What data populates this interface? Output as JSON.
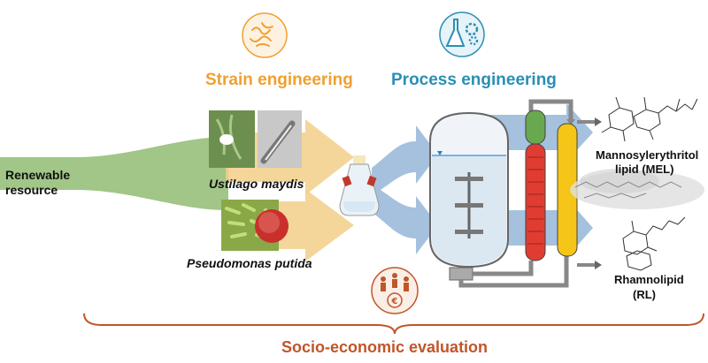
{
  "colors": {
    "strain": "#f0a030",
    "process": "#2a8fb5",
    "socio": "#c0552a",
    "resource_flow": "#8ab86a",
    "blue_flow": "#8fb2d6",
    "yellow_flow": "#f2cf8a"
  },
  "icons": {
    "strain": "microorganisms-icon",
    "process": "flask-gears-icon",
    "socio": "people-euro-icon"
  },
  "labels": {
    "strain_engineering": "Strain engineering",
    "process_engineering": "Process engineering",
    "renewable_line1": "Renewable",
    "renewable_line2": "resource",
    "ustilago": "Ustilago maydis",
    "pseudomonas": "Pseudomonas putida",
    "mel_line1": "Mannosylerythritol",
    "mel_line2": "lipid (MEL)",
    "rl_line1": "Rhamnolipid",
    "rl_line2": "(RL)",
    "socio_economic": "Socio-economic evaluation"
  }
}
